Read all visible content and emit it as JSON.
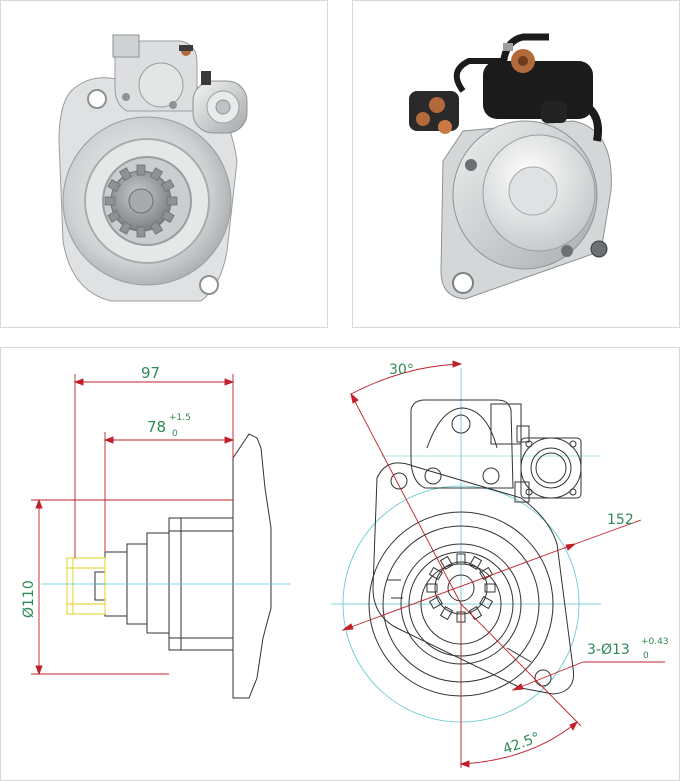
{
  "dimensions": {
    "overall_length": "97",
    "pilot_length": "78",
    "pilot_tol_upper": "+1.5",
    "pilot_tol_lower": "0",
    "flange_diameter": "Ø110",
    "pcd": "152",
    "holes": "3-Ø13",
    "holes_tol_upper": "+0.43",
    "holes_tol_lower": "0",
    "angle_top": "30°",
    "angle_bottom": "42.5°"
  },
  "colors": {
    "outline": "#333333",
    "dimension": "#c0202a",
    "dimension_text": "#2e8b57",
    "centerline": "#5cc6d0",
    "pinion_highlight": "#e8d84a",
    "metal_light": "#d9dbdc",
    "metal_dark": "#8e9294",
    "black_parts": "#1b1b1b",
    "copper": "#b36a3a"
  }
}
